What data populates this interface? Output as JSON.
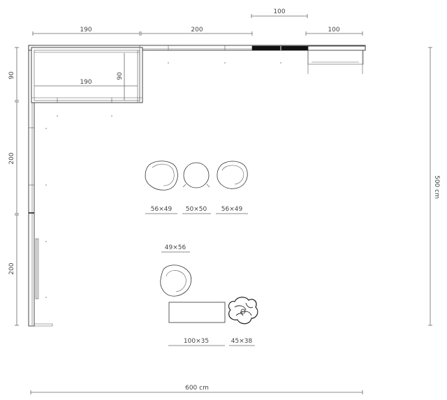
{
  "dimensions": {
    "top_left_width": "190",
    "top_middle_width": "200",
    "top_right_upper": "100",
    "top_right_width": "100",
    "inner_width": "190",
    "inner_depth": "90",
    "left_upper": "90",
    "left_middle": "200",
    "left_lower": "200",
    "total_height": "500 cm",
    "total_width": "600 cm"
  },
  "furniture": {
    "chair_left": "56×49",
    "stool_round": "50×50",
    "chair_right": "56×49",
    "lounge_chair": "49×56",
    "bench": "100×35",
    "plant": "45×38"
  }
}
